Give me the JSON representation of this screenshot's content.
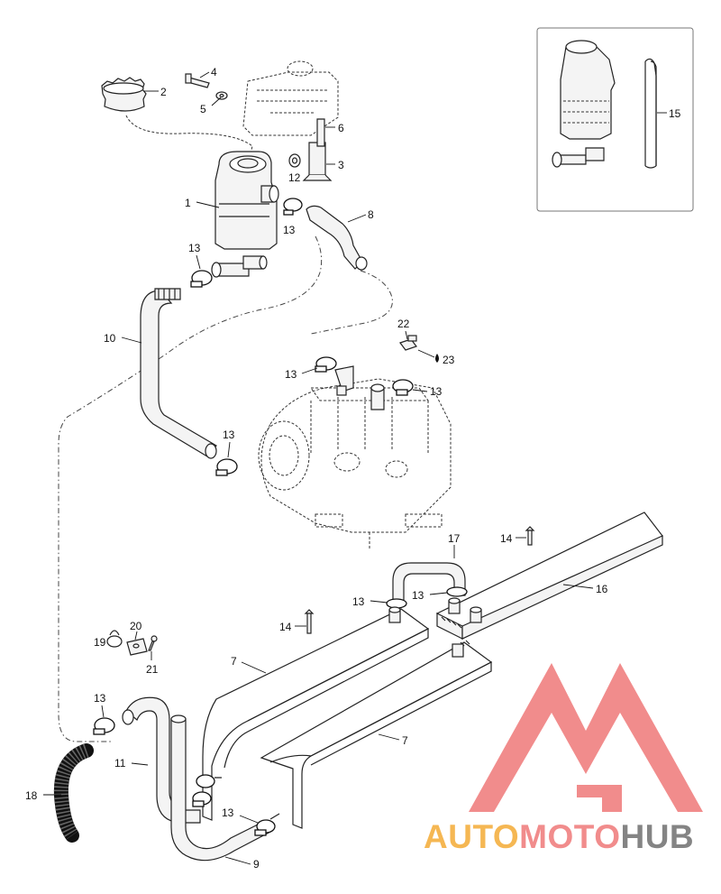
{
  "diagram": {
    "labels": {
      "l1": "1",
      "l2": "2",
      "l3": "3",
      "l4": "4",
      "l5": "5",
      "l6": "6",
      "l7a": "7",
      "l7b": "7",
      "l8": "8",
      "l9": "9",
      "l10": "10",
      "l11": "11",
      "l12": "12",
      "l13a": "13",
      "l13b": "13",
      "l13c": "13",
      "l13d": "13",
      "l13e": "13",
      "l13f": "13",
      "l13g": "13",
      "l13h": "13",
      "l13i": "13",
      "l14a": "14",
      "l14b": "14",
      "l15": "15",
      "l16": "16",
      "l17": "17",
      "l18": "18",
      "l19": "19",
      "l20": "20",
      "l21": "21",
      "l22": "22",
      "l23": "23"
    },
    "watermark": {
      "part1": "AUTO",
      "part2": "MOTO",
      "part3": "HUB",
      "color_orange": "#f5b041",
      "color_red": "#f08080",
      "color_gray": "#777777"
    }
  }
}
